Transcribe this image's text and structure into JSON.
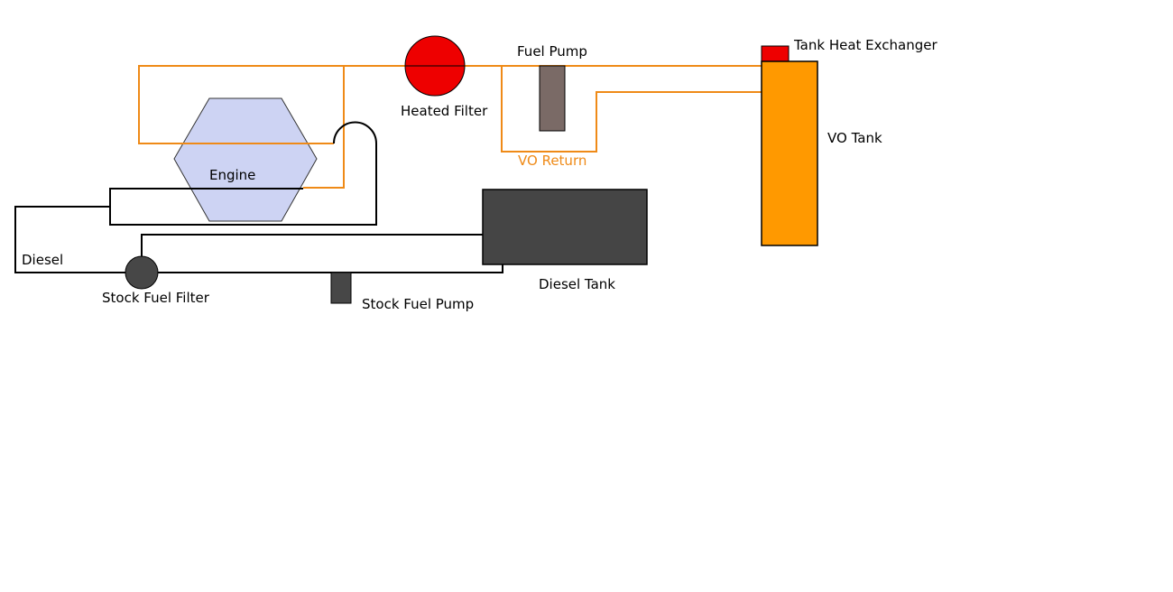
{
  "labels": {
    "fuel_pump": "Fuel Pump",
    "tank_heat_exchanger": "Tank Heat Exchanger",
    "heated_filter": "Heated Filter",
    "vo_tank": "VO Tank",
    "vo_return": "VO Return",
    "engine": "Engine",
    "diesel": "Diesel",
    "stock_fuel_filter": "Stock Fuel Filter",
    "stock_fuel_pump": "Stock Fuel Pump",
    "diesel_tank": "Diesel Tank"
  },
  "colors": {
    "vegetable_oil_line": "#ef8a17",
    "diesel_line": "#000000",
    "vo_tank_fill": "#ff9900",
    "heat_exchanger_fill": "#ee0000",
    "heated_filter_fill": "#ee0000",
    "fuel_pump_fill": "#7a6a66",
    "engine_fill": "#cdd3f3",
    "diesel_tank_fill": "#454545",
    "stock_component_fill": "#474747"
  }
}
